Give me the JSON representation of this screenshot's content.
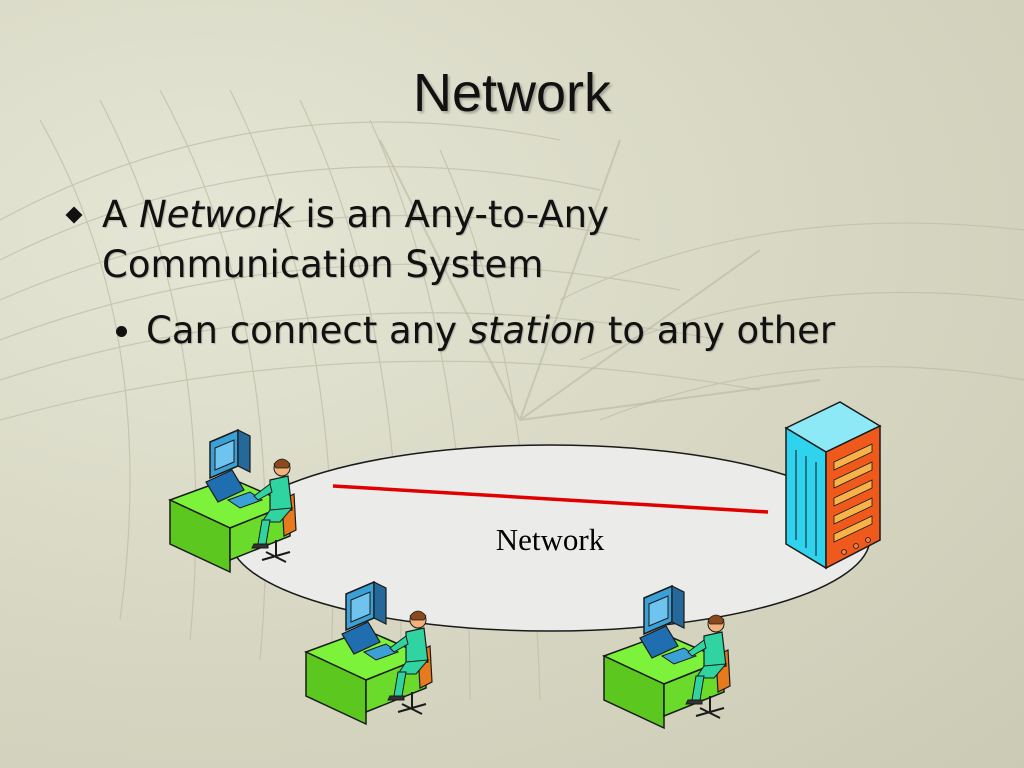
{
  "slide": {
    "title": "Network",
    "bullet1": {
      "prefix": "A ",
      "emphasis": "Network",
      "suffix": " is an Any-to-Any Communication System"
    },
    "bullet2": {
      "prefix": "Can connect any ",
      "emphasis": "station",
      "suffix": " to any other"
    }
  },
  "diagram": {
    "network_label": "Network",
    "connection_color": "#e00000",
    "ring_fill": "#ebebe9",
    "desk_color": "#7df23a",
    "monitor_color": "#3aa0d6",
    "person_shirt_color": "#2fd4a0",
    "chair_color": "#e87a1e",
    "server_front_color": "#2fd3ee",
    "server_side_color": "#ef5a1c",
    "icons": [
      "workstation-icon",
      "workstation-icon",
      "workstation-icon",
      "server-icon"
    ]
  }
}
